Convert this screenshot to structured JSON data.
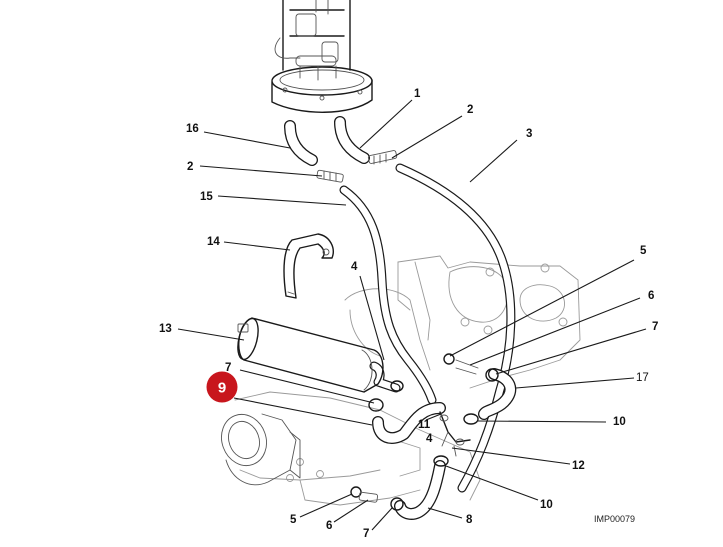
{
  "diagram": {
    "reference_code": "IMP00079",
    "highlight": {
      "label": "9",
      "color": "#c8161d"
    },
    "callouts": [
      {
        "id": "c1",
        "label": "1"
      },
      {
        "id": "c2a",
        "label": "2"
      },
      {
        "id": "c2b",
        "label": "2"
      },
      {
        "id": "c3",
        "label": "3"
      },
      {
        "id": "c16",
        "label": "16"
      },
      {
        "id": "c15",
        "label": "15"
      },
      {
        "id": "c14",
        "label": "14"
      },
      {
        "id": "c13",
        "label": "13"
      },
      {
        "id": "c4a",
        "label": "4"
      },
      {
        "id": "c4b",
        "label": "4"
      },
      {
        "id": "c5a",
        "label": "5"
      },
      {
        "id": "c5b",
        "label": "5"
      },
      {
        "id": "c6a",
        "label": "6"
      },
      {
        "id": "c6b",
        "label": "6"
      },
      {
        "id": "c7a",
        "label": "7"
      },
      {
        "id": "c7b",
        "label": "7"
      },
      {
        "id": "c7c",
        "label": "7"
      },
      {
        "id": "c17",
        "label": "17"
      },
      {
        "id": "c10a",
        "label": "10"
      },
      {
        "id": "c10b",
        "label": "10"
      },
      {
        "id": "c11",
        "label": "11"
      },
      {
        "id": "c12",
        "label": "12"
      },
      {
        "id": "c8",
        "label": "8"
      }
    ]
  }
}
